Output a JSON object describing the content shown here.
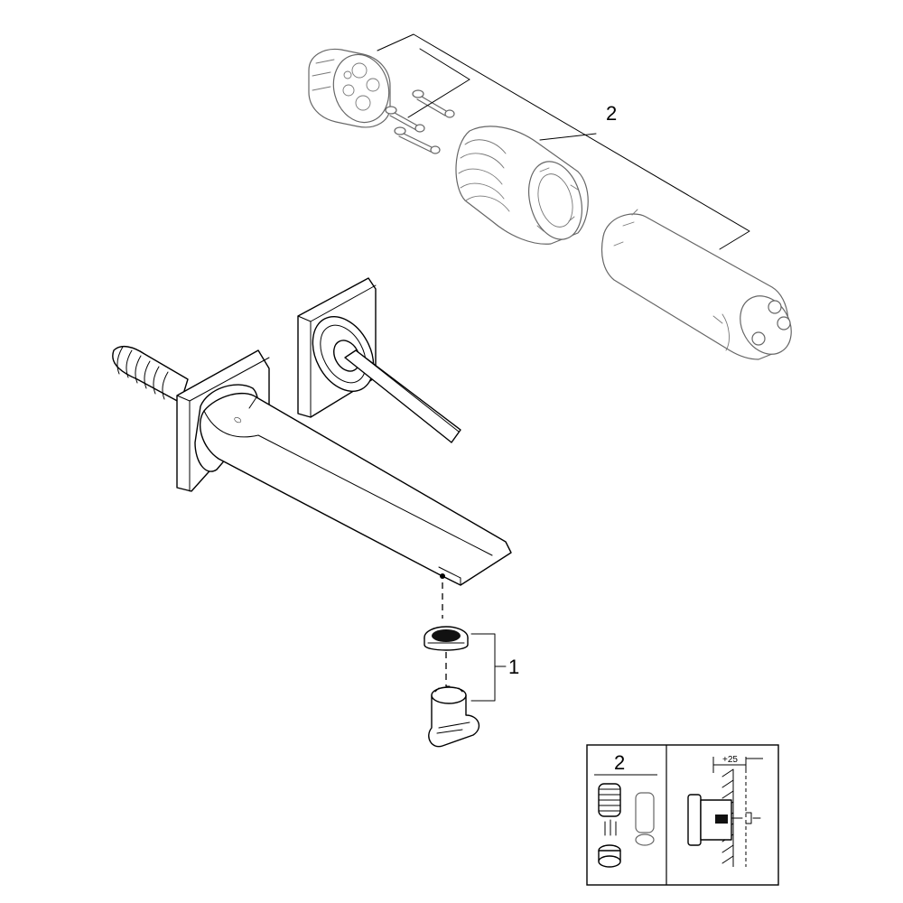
{
  "callouts": {
    "part_1": "1",
    "part_2": "2"
  },
  "legend": {
    "panel_number": "2",
    "dimension": "+25"
  },
  "colors": {
    "line": "#000000",
    "ghost_line": "#666666",
    "background": "#ffffff"
  }
}
